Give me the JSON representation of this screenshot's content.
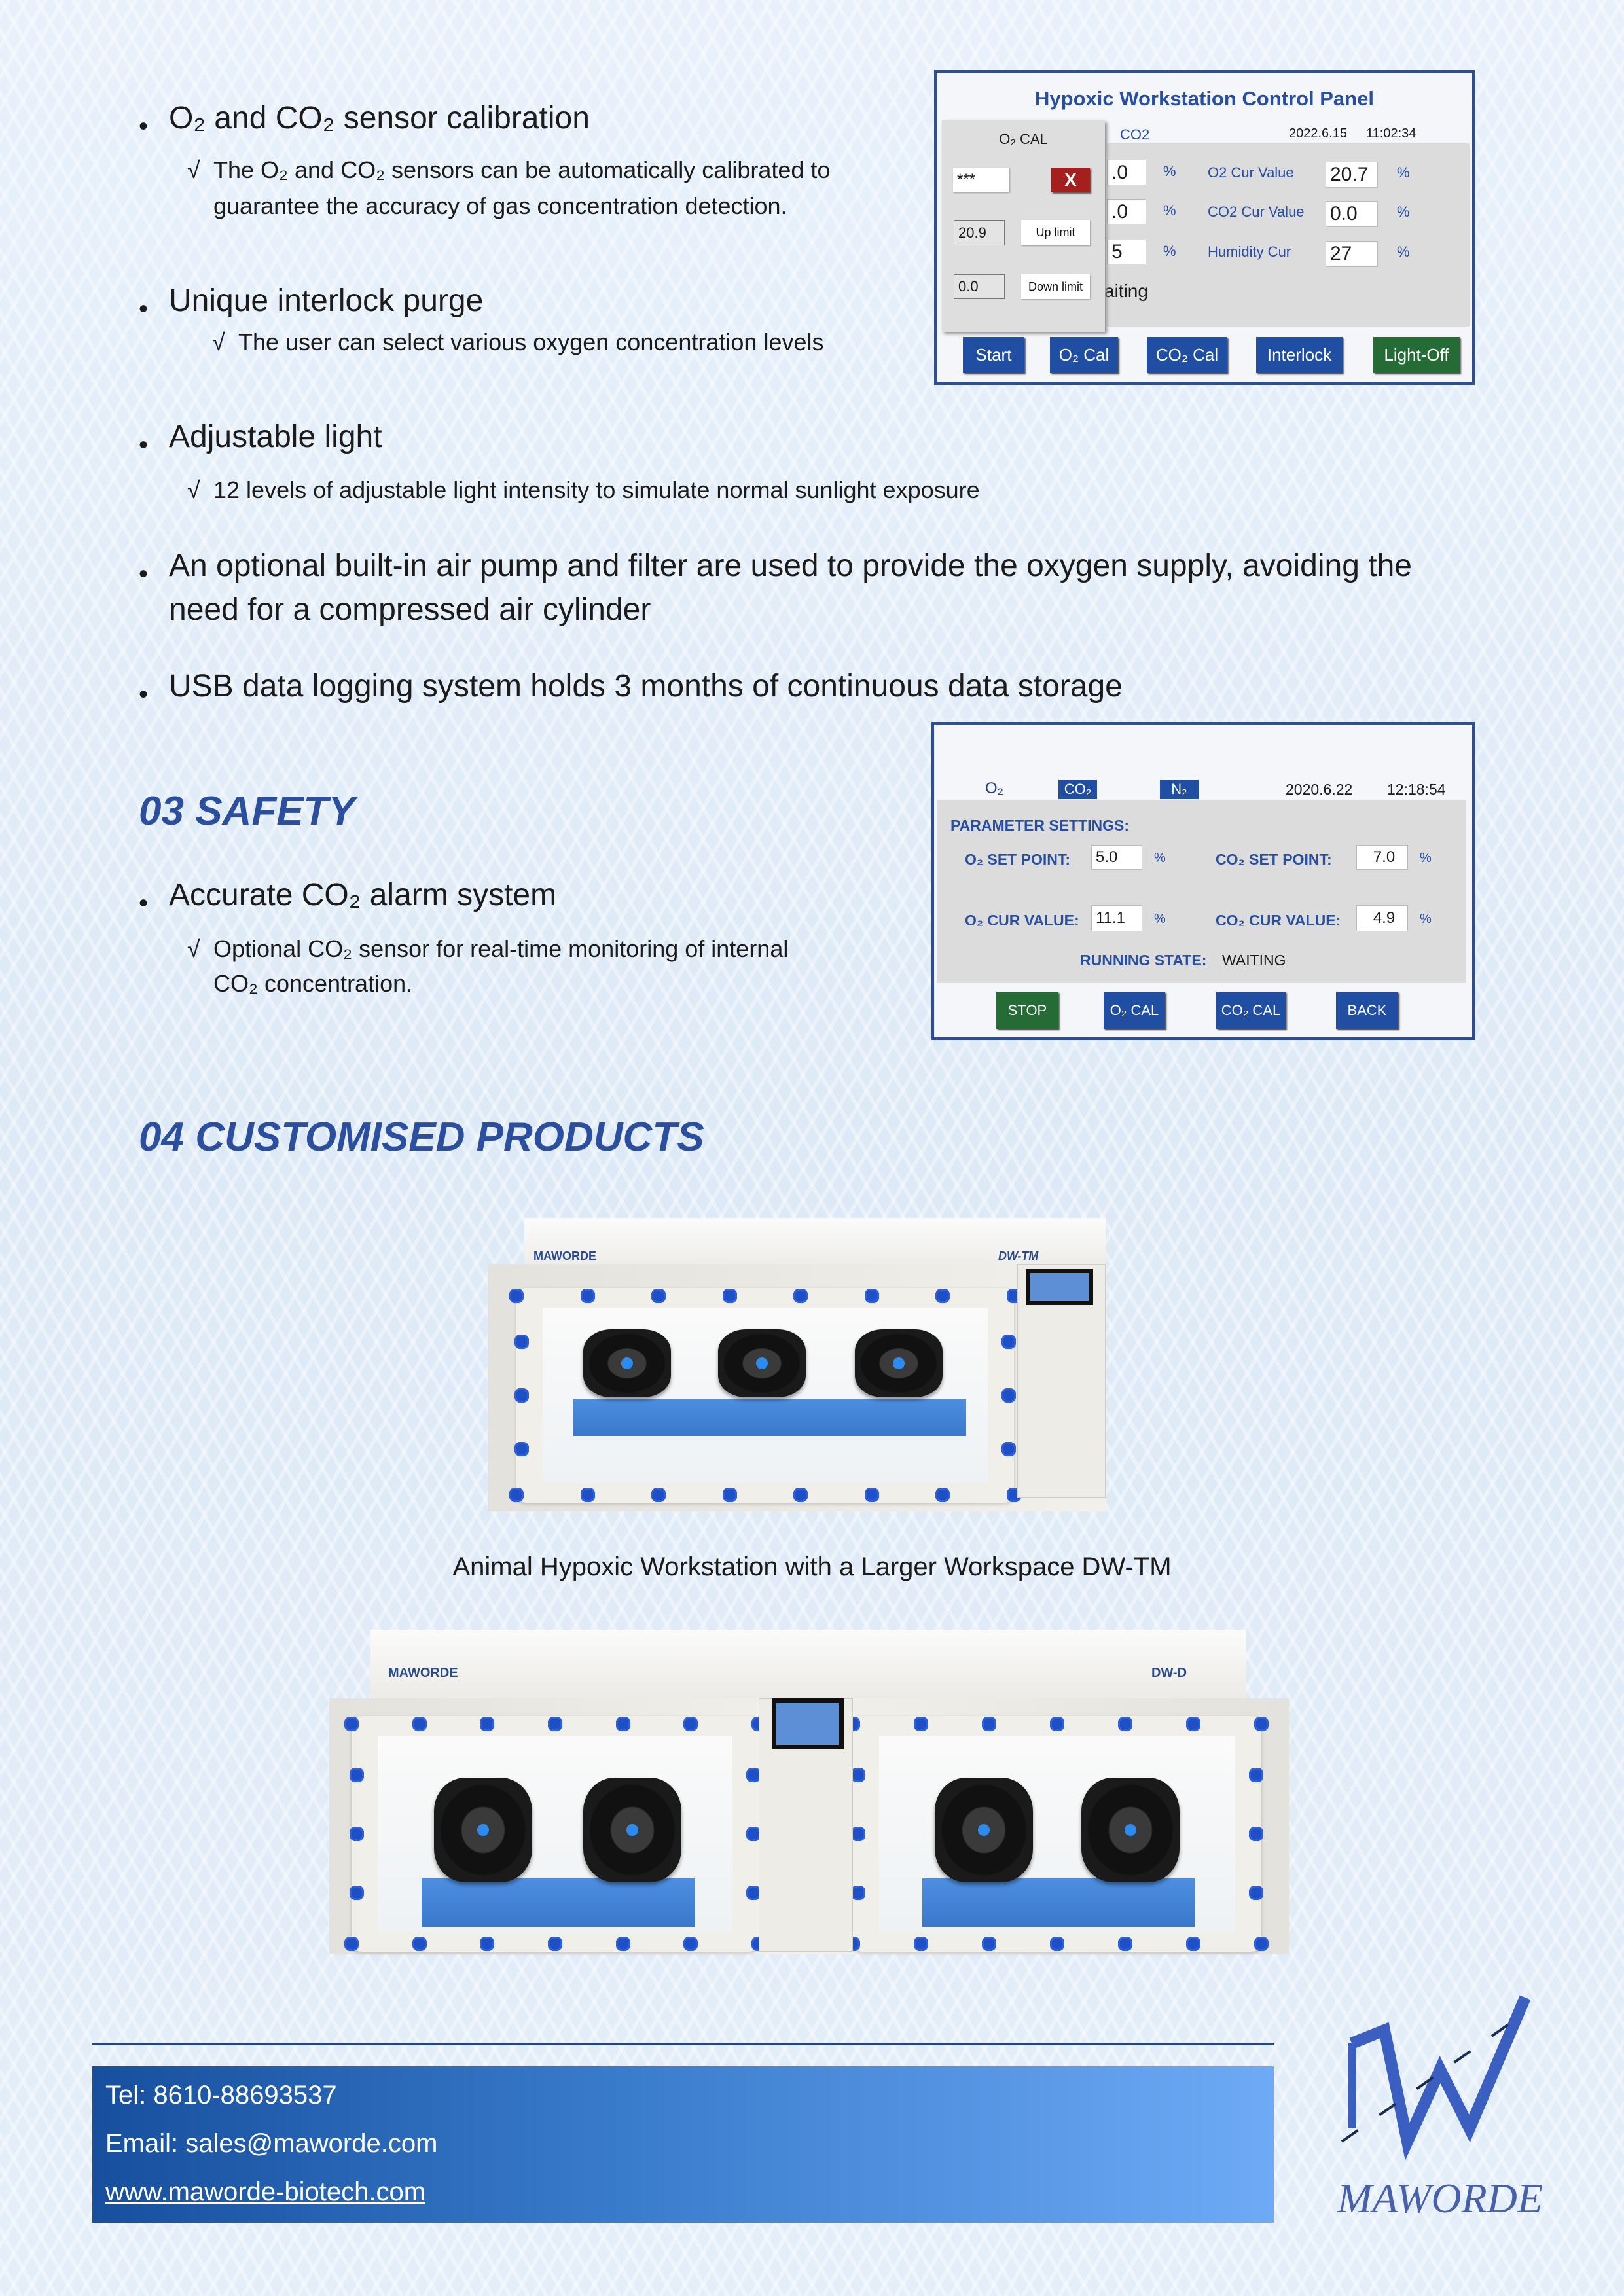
{
  "features": [
    {
      "title": "O₂ and CO₂ sensor calibration",
      "details": [
        "The O₂ and CO₂ sensors can be automatically calibrated to",
        "guarantee the accuracy of gas concentration detection."
      ]
    },
    {
      "title": "Unique interlock purge",
      "details": [
        "The user can select various oxygen concentration levels"
      ]
    },
    {
      "title": "Adjustable light",
      "details": [
        "12 levels of adjustable light intensity to simulate normal sunlight exposure"
      ]
    },
    {
      "title_lines": [
        "An optional built-in air pump and filter are used to provide the oxygen supply, avoiding the",
        "need for a compressed air cylinder"
      ]
    },
    {
      "title": "USB data logging system holds 3 months of continuous data storage"
    }
  ],
  "check_mark": "√",
  "bullet_mark": "•",
  "safety": {
    "heading": "03  SAFETY",
    "title": "Accurate CO₂ alarm system",
    "details": [
      "Optional CO₂ sensor for real-time monitoring of internal",
      "CO₂ concentration."
    ]
  },
  "customised": {
    "heading": "04  CUSTOMISED PRODUCTS"
  },
  "panel1": {
    "title": "Hypoxic Workstation Control Panel",
    "tab_co2": "CO2",
    "date": "2022.6.15",
    "time": "11:02:34",
    "left_values": [
      ".0",
      ".0",
      "5"
    ],
    "unit": "%",
    "state_fragment": "aiting",
    "rows": [
      {
        "label": "O2   Cur Value",
        "value": "20.7"
      },
      {
        "label": "CO2 Cur Value",
        "value": "0.0"
      },
      {
        "label": "Humidity Cur",
        "value": "27"
      }
    ],
    "popup": {
      "title": "O₂ CAL",
      "password": "***",
      "close": "X",
      "up_value": "20.9",
      "up_label": "Up limit",
      "down_value": "0.0",
      "down_label": "Down limit"
    },
    "buttons": [
      "Start",
      "O₂ Cal",
      "CO₂ Cal",
      "Interlock",
      "Light-Off"
    ]
  },
  "panel2": {
    "tabs": [
      "O₂",
      "CO₂",
      "N₂"
    ],
    "date": "2020.6.22",
    "time": "12:18:54",
    "section": "PARAMETER SETTINGS:",
    "o2_set_label": "O₂ SET POINT:",
    "o2_set": "5.0",
    "co2_set_label": "CO₂ SET POINT:",
    "co2_set": "7.0",
    "o2_cur_label": "O₂ CUR VALUE:",
    "o2_cur": "11.1",
    "co2_cur_label": "CO₂ CUR VALUE:",
    "co2_cur": "4.9",
    "unit": "%",
    "state_label": "RUNNING STATE:",
    "state": "WAITING",
    "buttons": [
      "STOP",
      "O₂ CAL",
      "CO₂ CAL",
      "BACK"
    ]
  },
  "products": [
    {
      "brand": "MAWORDE",
      "model": "DW-TM",
      "caption": "Animal Hypoxic Workstation with a Larger Workspace DW-TM"
    },
    {
      "brand": "MAWORDE",
      "model": "DW-D"
    }
  ],
  "footer": {
    "tel": "Tel: 8610-88693537",
    "email": "Email: sales@maworde.com",
    "website": "www.maworde-biotech.com",
    "logo_text": "MAWORDE"
  },
  "colors": {
    "accent": "#2b4f9e",
    "button_blue": "#1f4ea3",
    "button_green": "#256b35",
    "close_red": "#a3201f"
  }
}
